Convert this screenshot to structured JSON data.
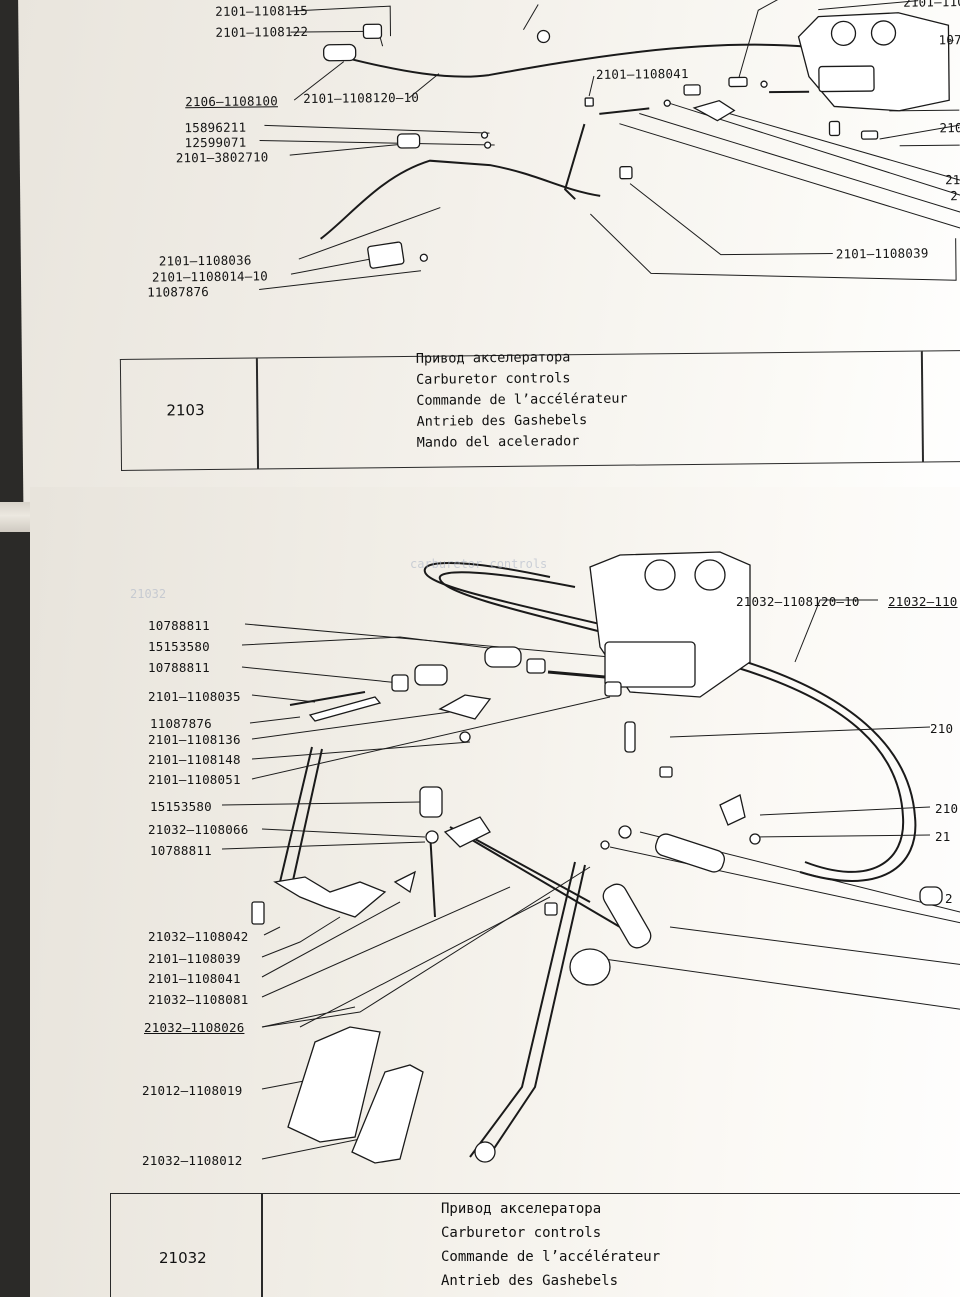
{
  "sections": [
    {
      "code": "2103",
      "titles": [
        "Привод акселератора",
        "Carburetor controls",
        "Commande de l’accélérateur",
        "Antrieb des Gashebels",
        "Mando del acelerador"
      ],
      "labels": [
        {
          "id": "t1",
          "text": "2101–1108115"
        },
        {
          "id": "t2",
          "text": "2101–1108122"
        },
        {
          "id": "t3",
          "text": "2106–1108100"
        },
        {
          "id": "t4",
          "text": "2101–1108120–10"
        },
        {
          "id": "t5",
          "text": "2101–1108041"
        },
        {
          "id": "t6",
          "text": "15896211"
        },
        {
          "id": "t7",
          "text": "12599071"
        },
        {
          "id": "t8",
          "text": "2101–3802710"
        },
        {
          "id": "t9",
          "text": "2101–1108036"
        },
        {
          "id": "t10",
          "text": "2101–1108014–10"
        },
        {
          "id": "t11",
          "text": "11087876"
        },
        {
          "id": "t12",
          "text": "2101–1108039"
        },
        {
          "id": "t13",
          "text": "2101–110"
        },
        {
          "id": "t14",
          "text": "107"
        },
        {
          "id": "t15",
          "text": "210"
        },
        {
          "id": "t16",
          "text": "21"
        },
        {
          "id": "t17",
          "text": "2"
        }
      ]
    },
    {
      "code": "21032",
      "titles": [
        "Привод акселератора",
        "Carburetor controls",
        "Commande de l’accélérateur",
        "Antrieb des Gashebels"
      ],
      "labels": [
        {
          "id": "b1",
          "text": "10788811"
        },
        {
          "id": "b2",
          "text": "15153580"
        },
        {
          "id": "b3",
          "text": "10788811"
        },
        {
          "id": "b4",
          "text": "2101–1108035"
        },
        {
          "id": "b5",
          "text": "11087876"
        },
        {
          "id": "b6",
          "text": "2101–1108136"
        },
        {
          "id": "b7",
          "text": "2101–1108148"
        },
        {
          "id": "b8",
          "text": "2101–1108051"
        },
        {
          "id": "b9",
          "text": "15153580"
        },
        {
          "id": "b10",
          "text": "21032–1108066"
        },
        {
          "id": "b11",
          "text": "10788811"
        },
        {
          "id": "b12",
          "text": "21032–1108042"
        },
        {
          "id": "b13",
          "text": "2101–1108039"
        },
        {
          "id": "b14",
          "text": "2101–1108041"
        },
        {
          "id": "b15",
          "text": "21032–1108081"
        },
        {
          "id": "b16",
          "text": "21032–1108026"
        },
        {
          "id": "b17",
          "text": "21012–1108019"
        },
        {
          "id": "b18",
          "text": "21032–1108012"
        },
        {
          "id": "b19",
          "text": "21032–1108120–10"
        },
        {
          "id": "b20",
          "text": "21032–110"
        },
        {
          "id": "b21",
          "text": "210"
        },
        {
          "id": "b22",
          "text": "210"
        },
        {
          "id": "b23",
          "text": "21"
        },
        {
          "id": "b24",
          "text": "2"
        }
      ]
    }
  ]
}
